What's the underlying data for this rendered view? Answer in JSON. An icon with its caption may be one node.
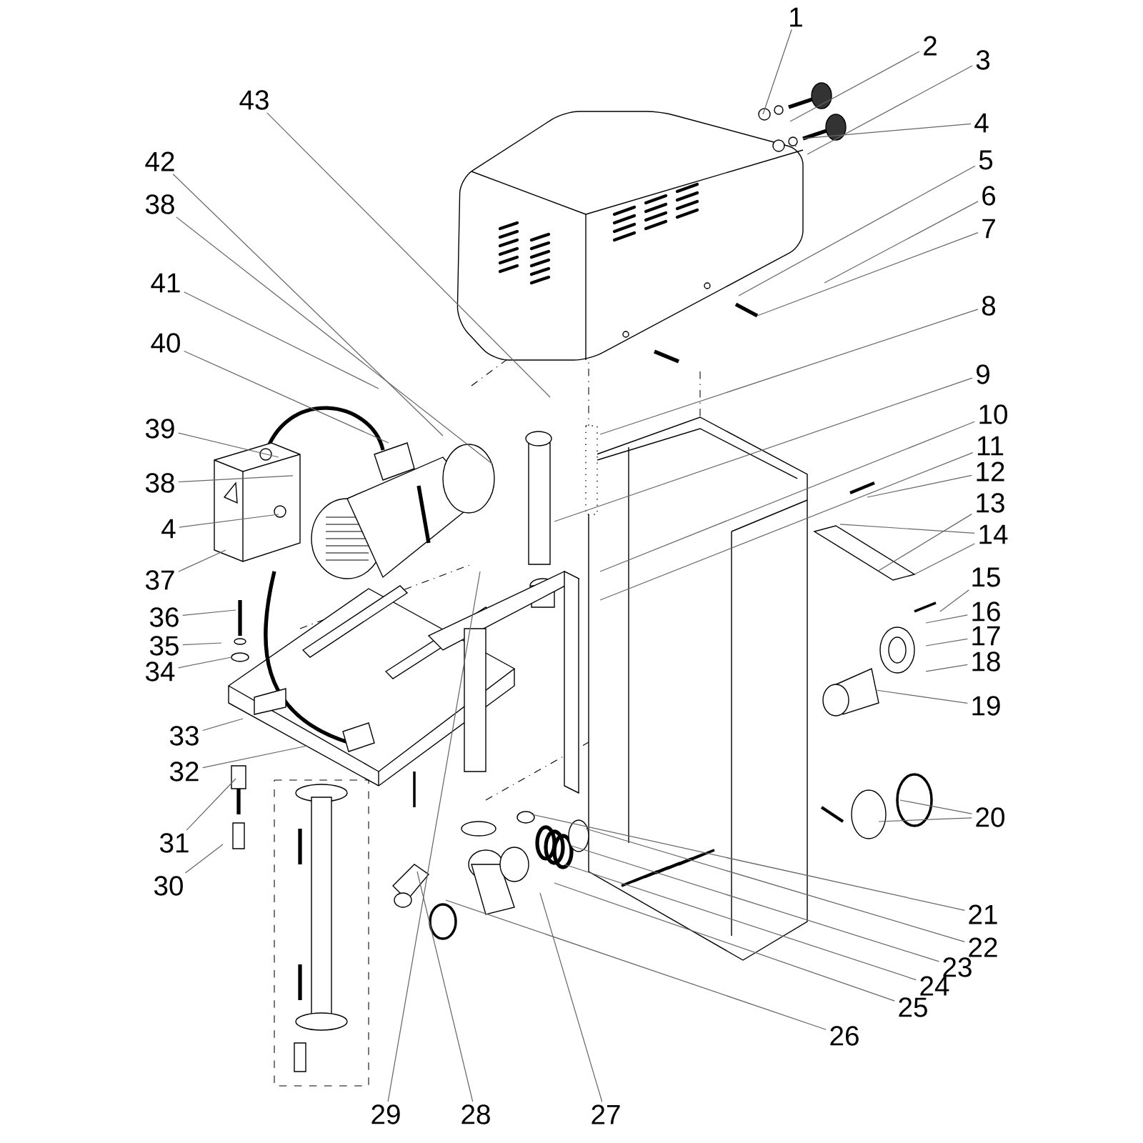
{
  "diagram": {
    "nodes": [
      {
        "text": [
          "1"
        ]
      },
      {
        "text": [
          "2"
        ]
      },
      {
        "text": [
          "3"
        ]
      },
      {
        "text": [
          "4"
        ]
      },
      {
        "text": [
          "5"
        ]
      },
      {
        "text": [
          "6"
        ]
      },
      {
        "text": [
          "7"
        ]
      },
      {
        "text": [
          "8"
        ]
      },
      {
        "text": [
          "9"
        ]
      },
      {
        "text": [
          "10"
        ]
      },
      {
        "text": [
          "11"
        ]
      },
      {
        "text": [
          "12"
        ]
      },
      {
        "text": [
          "13"
        ]
      },
      {
        "text": [
          "14"
        ]
      },
      {
        "text": [
          "15"
        ]
      },
      {
        "text": [
          "16"
        ]
      },
      {
        "text": [
          "17"
        ]
      },
      {
        "text": [
          "18"
        ]
      },
      {
        "text": [
          "19"
        ]
      },
      {
        "text": [
          "20"
        ]
      },
      {
        "text": [
          "21"
        ]
      },
      {
        "text": [
          "22"
        ]
      },
      {
        "text": [
          "23"
        ]
      },
      {
        "text": [
          "24"
        ]
      },
      {
        "text": [
          "25"
        ]
      },
      {
        "text": [
          "26"
        ]
      },
      {
        "text": [
          "27"
        ]
      },
      {
        "text": [
          "28"
        ]
      },
      {
        "text": [
          "29"
        ]
      },
      {
        "text": [
          "30"
        ]
      },
      {
        "text": [
          "31"
        ]
      },
      {
        "text": [
          "32"
        ]
      },
      {
        "text": [
          "33"
        ]
      },
      {
        "text": [
          "34"
        ]
      },
      {
        "text": [
          "35"
        ]
      },
      {
        "text": [
          "36"
        ]
      },
      {
        "text": [
          "37"
        ]
      },
      {
        "text": [
          "4"
        ]
      },
      {
        "text": [
          "38"
        ]
      },
      {
        "text": [
          "39"
        ]
      },
      {
        "text": [
          "40"
        ]
      },
      {
        "text": [
          "41"
        ]
      },
      {
        "text": [
          "38"
        ]
      },
      {
        "text": [
          "42"
        ]
      },
      {
        "text": [
          "43"
        ]
      }
    ],
    "edges": [
      {
        "from": 0,
        "to": null,
        "arrow": "none"
      },
      {
        "from": 1,
        "to": null,
        "arrow": "none"
      },
      {
        "from": 2,
        "to": null,
        "arrow": "none"
      },
      {
        "from": 3,
        "to": null,
        "arrow": "none"
      },
      {
        "from": 4,
        "to": null,
        "arrow": "none"
      },
      {
        "from": 5,
        "to": null,
        "arrow": "none"
      },
      {
        "from": 6,
        "to": null,
        "arrow": "none"
      },
      {
        "from": 7,
        "to": null,
        "arrow": "none"
      },
      {
        "from": 8,
        "to": null,
        "arrow": "none"
      },
      {
        "from": 9,
        "to": null,
        "arrow": "none"
      },
      {
        "from": 10,
        "to": null,
        "arrow": "none"
      },
      {
        "from": 11,
        "to": null,
        "arrow": "none"
      },
      {
        "from": 12,
        "to": null,
        "arrow": "none"
      },
      {
        "from": 13,
        "to": null,
        "arrow": "none"
      },
      {
        "from": 13,
        "to": null,
        "arrow": "none"
      },
      {
        "from": 14,
        "to": null,
        "arrow": "none"
      },
      {
        "from": 15,
        "to": null,
        "arrow": "none"
      },
      {
        "from": 16,
        "to": null,
        "arrow": "none"
      },
      {
        "from": 17,
        "to": null,
        "arrow": "none"
      },
      {
        "from": 18,
        "to": null,
        "arrow": "none"
      },
      {
        "from": 19,
        "to": null,
        "arrow": "none"
      },
      {
        "from": 19,
        "to": null,
        "arrow": "none"
      },
      {
        "from": 20,
        "to": null,
        "arrow": "none"
      },
      {
        "from": 21,
        "to": null,
        "arrow": "none"
      },
      {
        "from": 22,
        "to": null,
        "arrow": "none"
      },
      {
        "from": 23,
        "to": null,
        "arrow": "none"
      },
      {
        "from": 24,
        "to": null,
        "arrow": "none"
      },
      {
        "from": 25,
        "to": null,
        "arrow": "none"
      },
      {
        "from": 26,
        "to": null,
        "arrow": "none"
      },
      {
        "from": 27,
        "to": null,
        "arrow": "none"
      },
      {
        "from": 28,
        "to": null,
        "arrow": "none"
      },
      {
        "from": 29,
        "to": null,
        "arrow": "none"
      },
      {
        "from": 30,
        "to": null,
        "arrow": "none"
      },
      {
        "from": 31,
        "to": null,
        "arrow": "none"
      },
      {
        "from": 32,
        "to": null,
        "arrow": "none"
      },
      {
        "from": 33,
        "to": null,
        "arrow": "none"
      },
      {
        "from": 34,
        "to": null,
        "arrow": "none"
      },
      {
        "from": 35,
        "to": null,
        "arrow": "none"
      },
      {
        "from": 36,
        "to": null,
        "arrow": "none"
      },
      {
        "from": 37,
        "to": null,
        "arrow": "none"
      },
      {
        "from": 38,
        "to": null,
        "arrow": "none"
      },
      {
        "from": 39,
        "to": null,
        "arrow": "none"
      },
      {
        "from": 40,
        "to": null,
        "arrow": "none"
      },
      {
        "from": 41,
        "to": null,
        "arrow": "none"
      },
      {
        "from": 42,
        "to": null,
        "arrow": "none"
      },
      {
        "from": 43,
        "to": null,
        "arrow": "none"
      },
      {
        "from": 44,
        "to": null,
        "arrow": "none"
      }
    ]
  }
}
